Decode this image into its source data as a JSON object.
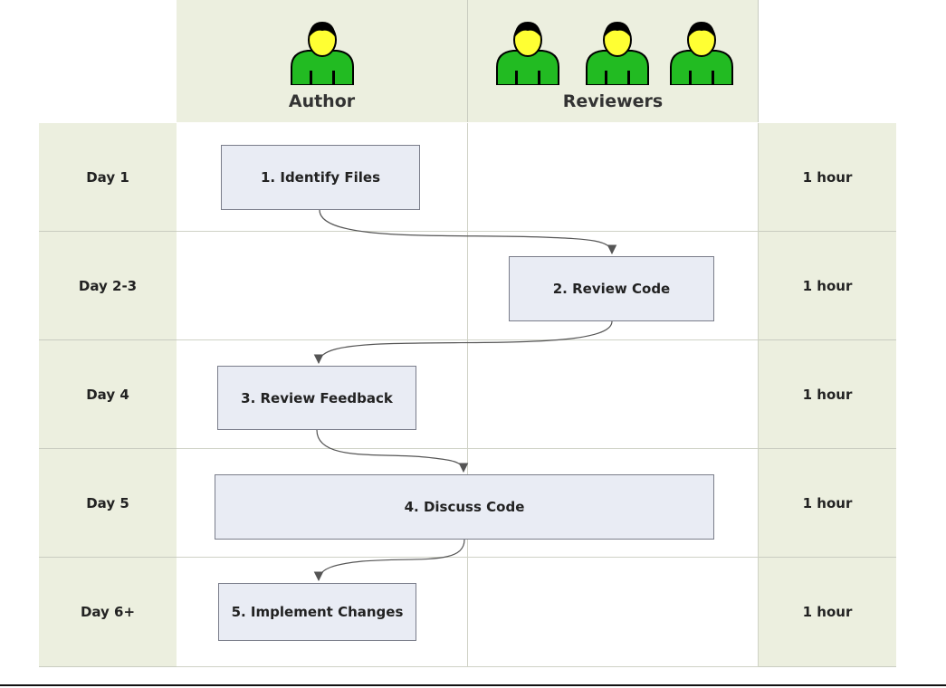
{
  "lanes": {
    "author": "Author",
    "reviewers": "Reviewers"
  },
  "days": [
    "Day 1",
    "Day 2-3",
    "Day 4",
    "Day 5",
    "Day 6+"
  ],
  "durations": [
    "1 hour",
    "1 hour",
    "1 hour",
    "1 hour",
    "1 hour"
  ],
  "steps": [
    "1. Identify Files",
    "2. Review Code",
    "3. Review Feedback",
    "4. Discuss Code",
    "5. Implement Changes"
  ],
  "colors": {
    "panel": "#ecefdf",
    "step_fill": "#e9ecf4",
    "person_body": "#22bb22",
    "person_face": "#ffff33",
    "arrow": "#555555"
  },
  "icons": {
    "author": "person-icon",
    "reviewers": [
      "person-icon",
      "person-icon",
      "person-icon"
    ]
  }
}
